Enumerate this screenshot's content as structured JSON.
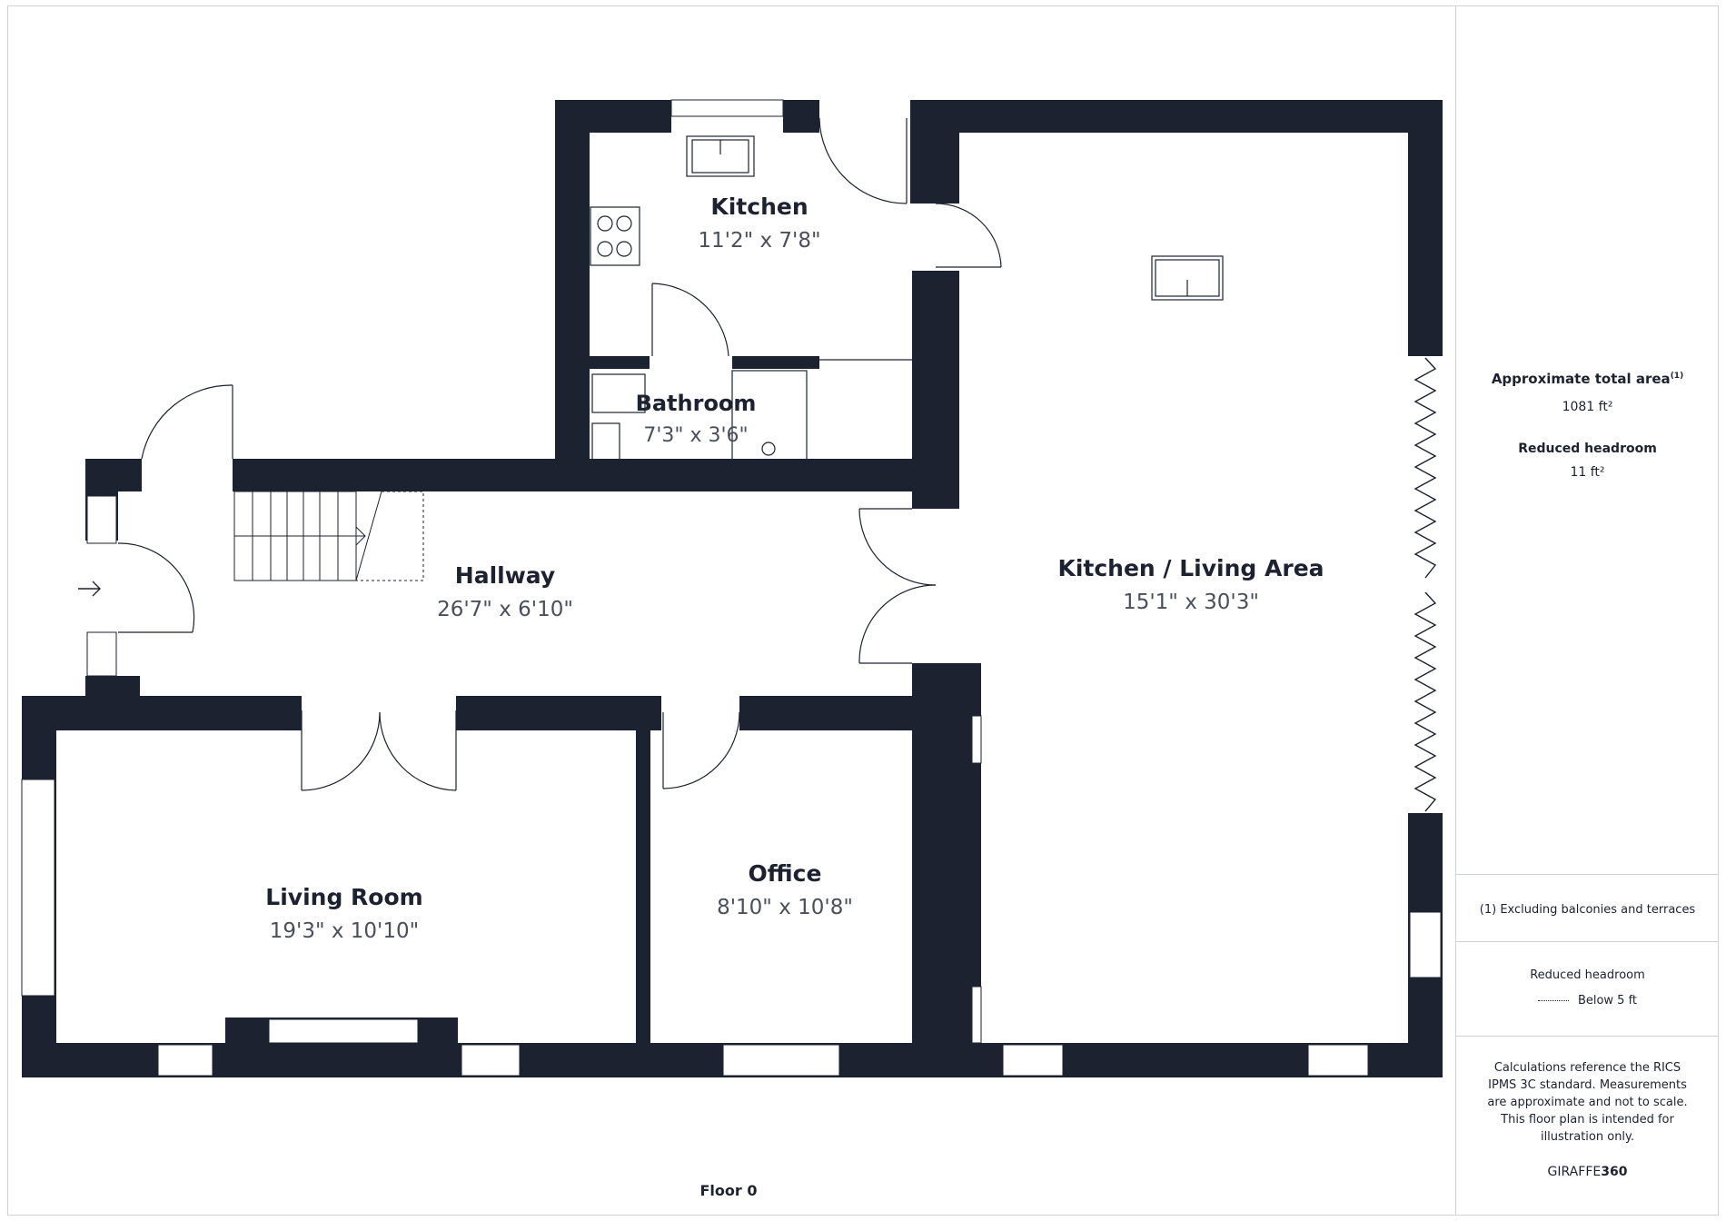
{
  "rooms": {
    "kitchen": {
      "name": "Kitchen",
      "dims": "11'2\" x 7'8\""
    },
    "bathroom": {
      "name": "Bathroom",
      "dims": "7'3\" x 3'6\""
    },
    "hallway": {
      "name": "Hallway",
      "dims": "26'7\" x 6'10\""
    },
    "kitchen_living": {
      "name": "Kitchen / Living Area",
      "dims": "15'1\" x 30'3\""
    },
    "living_room": {
      "name": "Living Room",
      "dims": "19'3\" x 10'10\""
    },
    "office": {
      "name": "Office",
      "dims": "8'10\" x 10'8\""
    }
  },
  "floor_label": "Floor 0",
  "sidebar": {
    "total_area_label": "Approximate total area",
    "total_area_footnote": "(1)",
    "total_area_value": "1081 ft²",
    "reduced_headroom_label": "Reduced headroom",
    "reduced_headroom_value": "11 ft²",
    "footnote": "(1) Excluding balconies and terraces",
    "legend_title": "Reduced headroom",
    "legend_item": "Below 5 ft",
    "disclaimer": "Calculations reference the RICS IPMS 3C standard. Measurements are approximate and not to scale. This floor plan is intended for illustration only.",
    "brand_light": "GIRAFFE",
    "brand_bold": "360"
  },
  "colors": {
    "wall": "#1c2230",
    "text": "#1c2230",
    "muted": "#4a505b",
    "border": "#cfd2d6"
  }
}
